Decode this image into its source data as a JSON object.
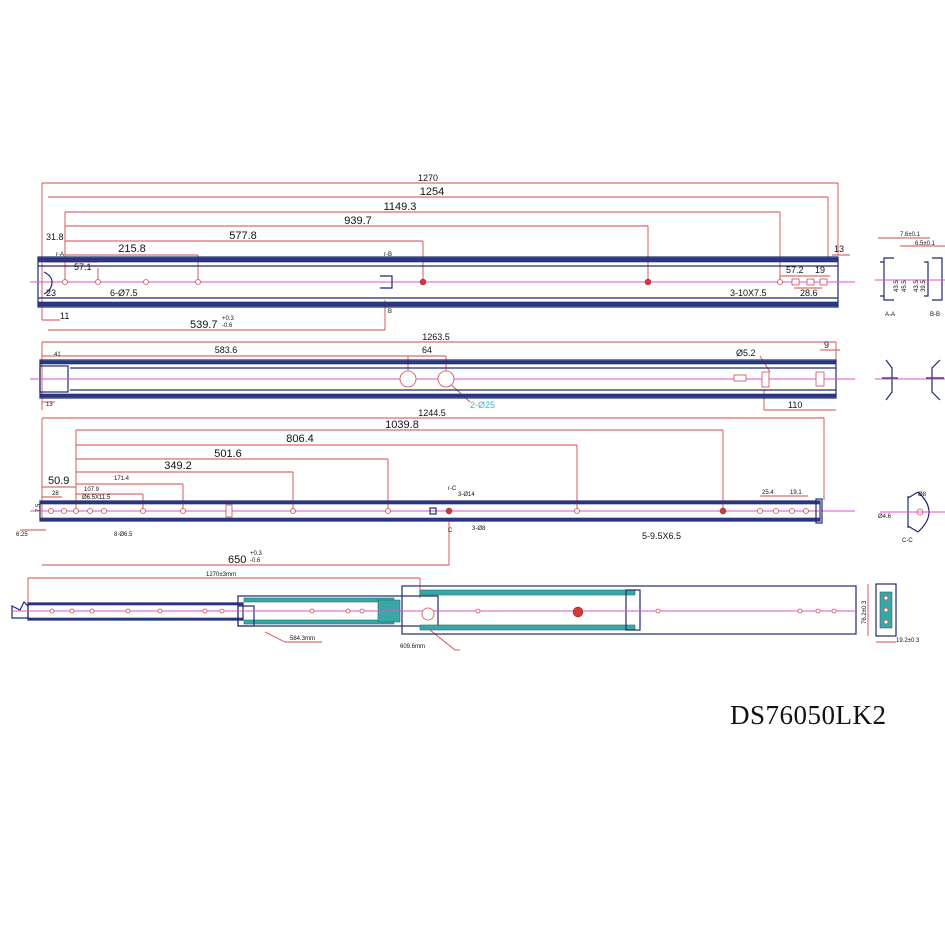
{
  "model_number": "DS76050LK2",
  "view1": {
    "dims": [
      "1270",
      "1254",
      "1149.3",
      "939.7",
      "577.8",
      "215.8",
      "31.8",
      "57.1",
      "6-Ø7.5",
      "23",
      "11",
      "539.7",
      "+0.3",
      "-0.6",
      "57.2",
      "19",
      "13",
      "3-10X7.5",
      "28.6"
    ],
    "section_marks": [
      "r-A",
      "r-B",
      "B"
    ],
    "section_labels": [
      "A-A",
      "B-B"
    ],
    "section_dims": [
      "7.6±0.1",
      "6.5±0.1",
      "43.5",
      "45.5",
      "43.5",
      "39.5"
    ]
  },
  "view2": {
    "dims": [
      "1263.5",
      "583.6",
      "64",
      "41",
      "13",
      "Ø5.2",
      "9",
      "110"
    ],
    "callout": "2-Ø25"
  },
  "view3": {
    "dims": [
      "1244.5",
      "1039.8",
      "806.4",
      "501.6",
      "349.2",
      "171.4",
      "107.9",
      "50.9",
      "28",
      "Ø6.5X11.5",
      "7.5",
      "6.25",
      "8-Ø6.5",
      "650",
      "+0.3",
      "-0.6",
      "25.4",
      "19.1",
      "5-9.5X6.5"
    ],
    "marks": [
      "r-C",
      "3-Ø14",
      "3-Ø8",
      "C"
    ],
    "section_label": "C-C",
    "section_dims": [
      "Ø8",
      "Ø4.6"
    ]
  },
  "view4": {
    "dims": [
      "1270±3mm",
      "584.3mm",
      "609.6mm"
    ],
    "end_dims": [
      "76.2±0.3",
      "19.2±0.3"
    ]
  }
}
